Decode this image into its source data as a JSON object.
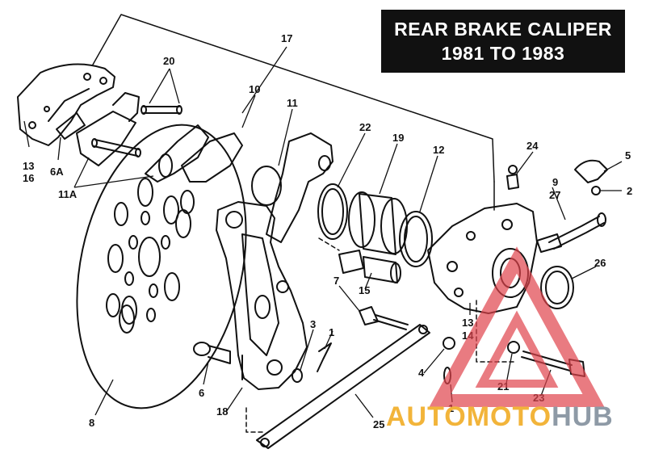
{
  "title": {
    "line1": "REAR BRAKE CALIPER",
    "line2": "1981 TO 1983"
  },
  "watermark": {
    "part1": "AUTOMOTO",
    "part2": "HUB"
  },
  "callouts": [
    "17",
    "20",
    "10",
    "11",
    "22",
    "19",
    "12",
    "24",
    "5",
    "9",
    "27",
    "2",
    "13",
    "16",
    "6A",
    "11A",
    "26",
    "7",
    "15",
    "13",
    "14",
    "3",
    "1",
    "4",
    "1",
    "21",
    "23",
    "6",
    "18",
    "8",
    "25"
  ],
  "colors": {
    "ink": "#111111",
    "title_bg": "#111111",
    "watermark_red": "#e0444c",
    "watermark_orange": "#f2b43a",
    "watermark_grey": "#8e9aa6"
  }
}
